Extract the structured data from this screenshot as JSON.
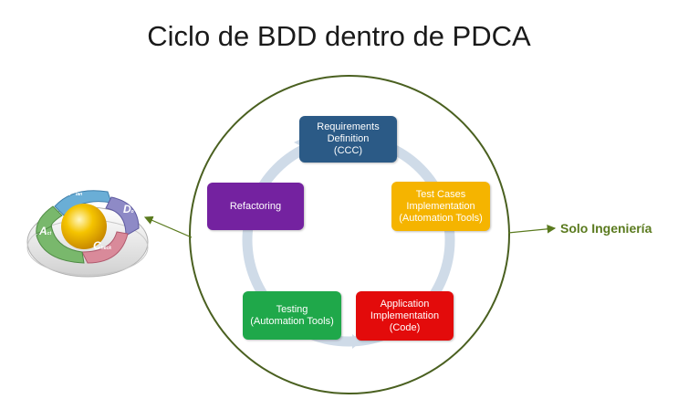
{
  "title": "Ciclo de BDD dentro de PDCA",
  "cycle_boxes": {
    "requirements": {
      "lines": [
        "Requirements",
        "Definition",
        "(CCC)"
      ],
      "color": "#2b5a86"
    },
    "test_cases": {
      "lines": [
        "Test Cases",
        "Implementation",
        "(Automation Tools)"
      ],
      "color": "#f5b400"
    },
    "application": {
      "lines": [
        "Application",
        "Implementation",
        "(Code)"
      ],
      "color": "#e30b0b"
    },
    "testing": {
      "lines": [
        "Testing",
        "(Automation Tools)"
      ],
      "color": "#1fa84a"
    },
    "refactoring": {
      "lines": [
        "Refactoring"
      ],
      "color": "#7422a0"
    }
  },
  "side_label": "Solo Ingeniería",
  "pdca_icon": {
    "letters": [
      "P",
      "D",
      "C",
      "A"
    ],
    "subscripts": [
      "lan",
      "o",
      "heck",
      "ct"
    ],
    "colors": {
      "plan": "#6aaed6",
      "do": "#8e8ac6",
      "check": "#d98a9a",
      "act": "#79b86c",
      "sphere": "#f5c400"
    }
  },
  "colors": {
    "outer_circle": "#4a6020",
    "cycle_ring": "#cfdbe8",
    "side_label": "#5a7a1e"
  }
}
